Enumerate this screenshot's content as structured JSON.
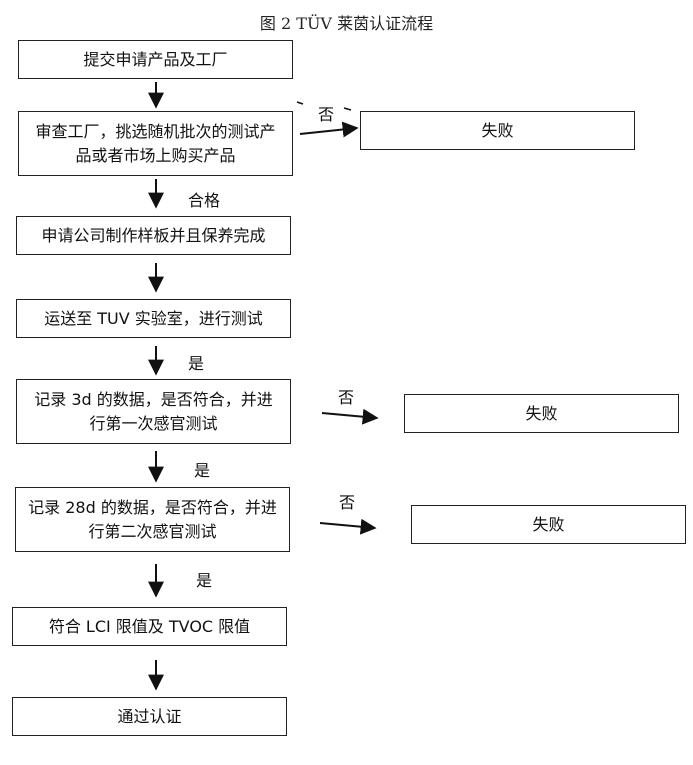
{
  "title": "图 2 TÜV 莱茵认证流程",
  "steps": [
    "提交申请产品及工厂",
    "审查工厂，挑选随机批次的测试产品或者市场上购买产品",
    "申请公司制作样板并且保养完成",
    "运送至 TUV 实验室，进行测试",
    "记录 3d 的数据，是否符合，并进行第一次感官测试",
    "记录 28d 的数据，是否符合，并进行第二次感官测试",
    "符合 LCI 限值及 TVOC 限值",
    "通过认证"
  ],
  "fail_boxes": [
    "失败",
    "失败",
    "失败"
  ],
  "labels": {
    "no": "否",
    "pass": "合格",
    "yes": "是"
  }
}
